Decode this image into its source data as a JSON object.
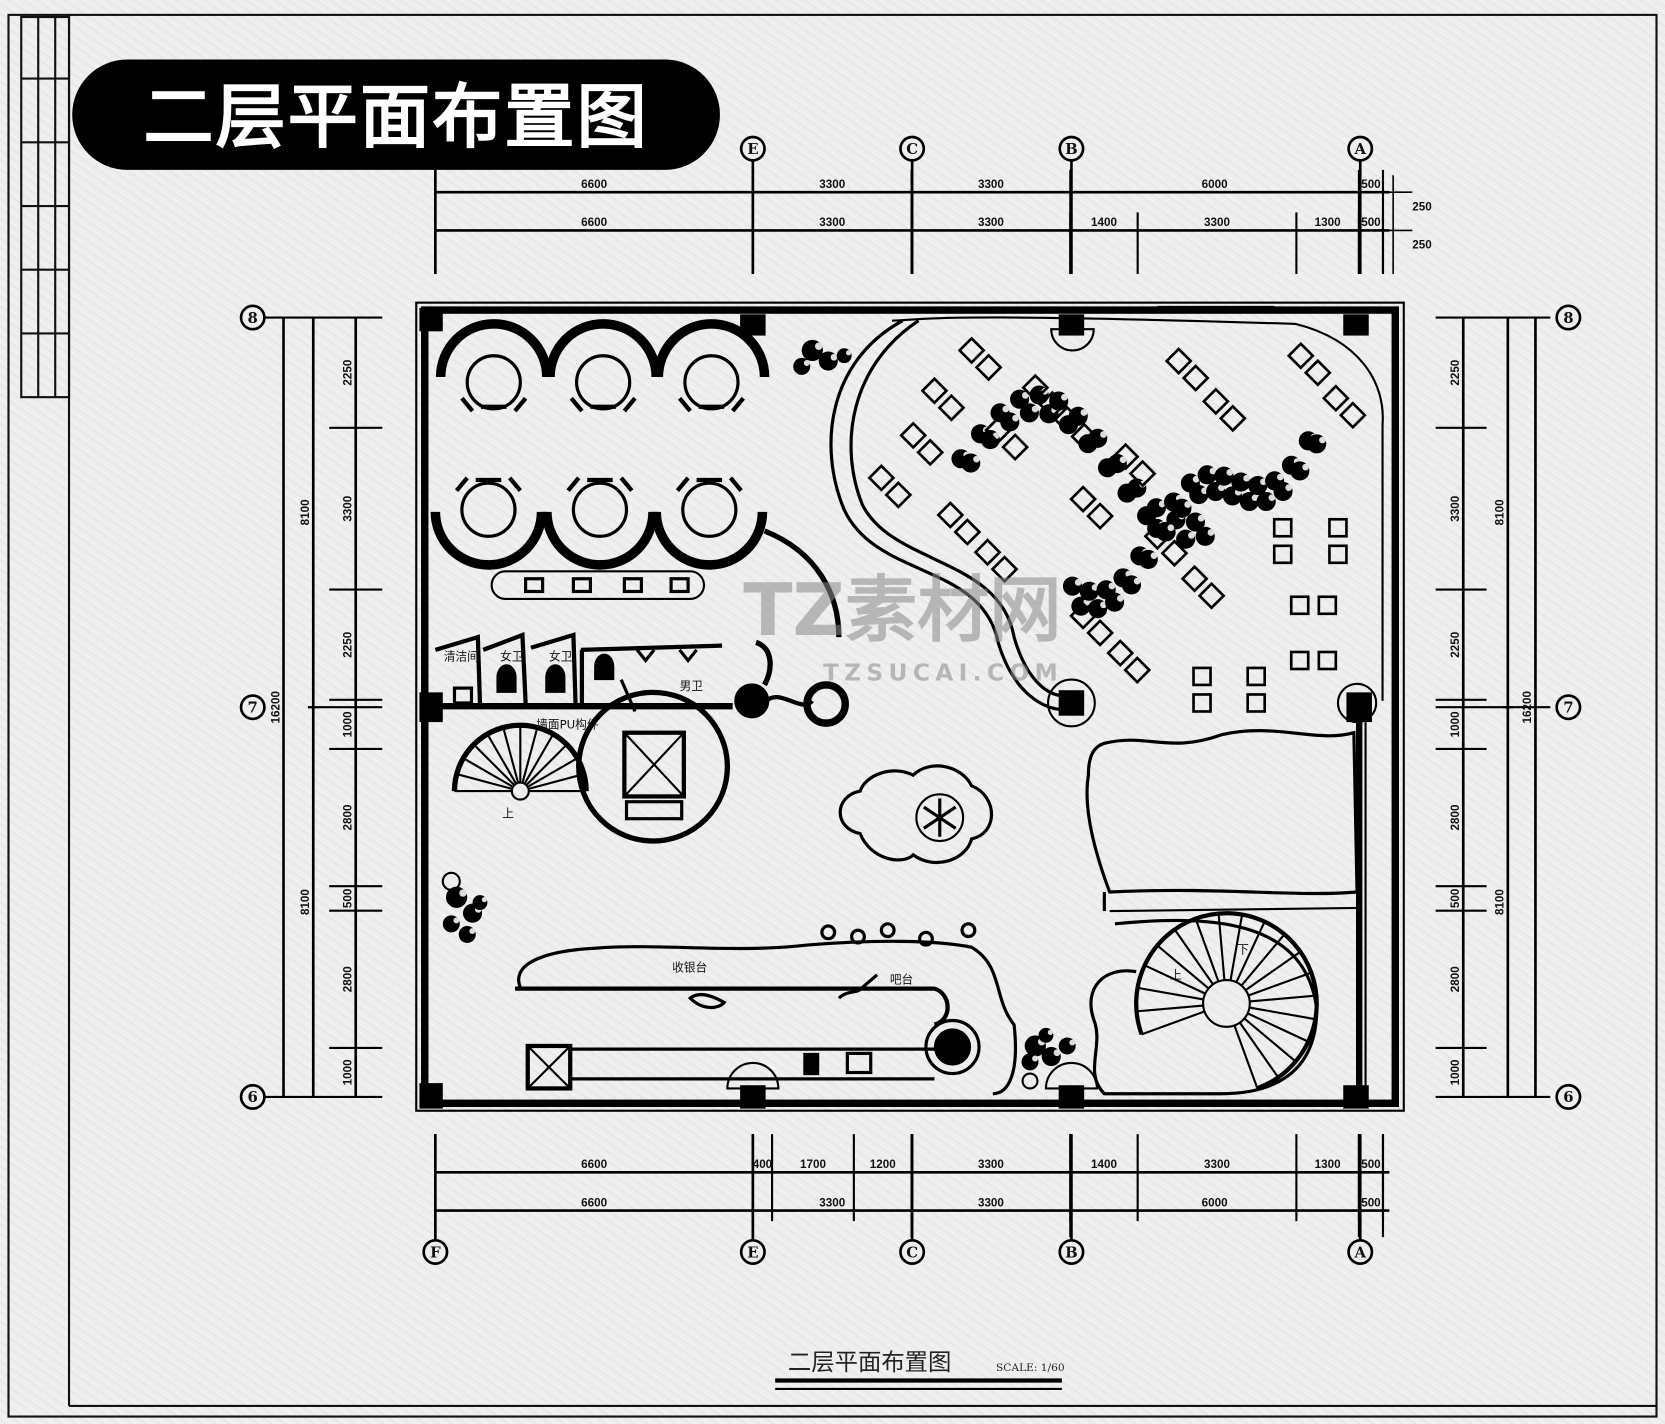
{
  "title_badge": "二层平面布置图",
  "footer": {
    "title": "二层平面布置图",
    "scale": "SCALE: 1/60"
  },
  "watermark": {
    "brand": "TZ素材网",
    "url": "TZSUCAI.COM"
  },
  "axes": {
    "top": [
      "E",
      "C",
      "B",
      "A"
    ],
    "bottom": [
      "F",
      "E",
      "C",
      "B",
      "A"
    ],
    "left": [
      "8",
      "7",
      "6"
    ],
    "right": [
      "8",
      "7",
      "6"
    ]
  },
  "dims": {
    "top_outer": [
      "6600",
      "3300",
      "3300",
      "6000",
      "500"
    ],
    "top_inner": [
      "6600",
      "3300",
      "3300",
      "1400",
      "3300",
      "1300",
      "500"
    ],
    "top_side": [
      "250",
      "250"
    ],
    "bottom_inner": [
      "6600",
      "400",
      "1700",
      "1200",
      "3300",
      "1400",
      "3300",
      "1300",
      "500"
    ],
    "bottom_outer": [
      "6600",
      "3300",
      "3300",
      "6000",
      "500"
    ],
    "left_total": "16200",
    "left_half": [
      "8100",
      "8100"
    ],
    "left_detail": [
      "2250",
      "3300",
      "2250",
      "1000",
      "2800",
      "500",
      "2800",
      "1000"
    ],
    "right_total": "16200",
    "right_half": [
      "8100",
      "8100"
    ],
    "right_detail": [
      "2250",
      "3300",
      "2250",
      "1000",
      "2800",
      "500",
      "2800",
      "1000"
    ]
  },
  "rooms": {
    "cleaning": "清洁间",
    "women_1": "女卫",
    "women_2": "女卫",
    "men": "男卫",
    "wall_pu": "墙面PU构件",
    "cashier": "收银台",
    "bar": "吧台",
    "stair_left_up": "上",
    "stair_right_up": "上",
    "stair_right_down": "下"
  }
}
